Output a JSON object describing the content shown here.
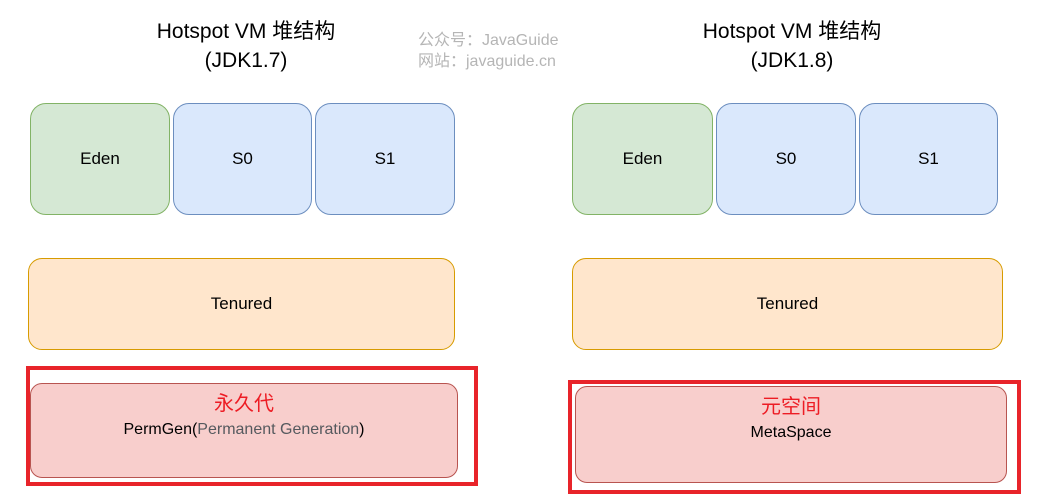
{
  "palette": {
    "green-fill": "#d5e8d4",
    "green-stroke": "#82b366",
    "blue-fill": "#dae8fc",
    "blue-stroke": "#6c8ebf",
    "orange-fill": "#ffe6cc",
    "orange-stroke": "#d79b00",
    "pink-fill": "#f8cecc",
    "pink-stroke": "#b85450",
    "annotation-red": "#e8242a",
    "text-red": "#ed1c24",
    "text-gray": "#55595e",
    "watermark-gray": "#b5b5b5"
  },
  "watermark": {
    "line1": "公众号：JavaGuide",
    "line2": "网站：javaguide.cn"
  },
  "jdk17": {
    "title_line1": "Hotspot VM  堆结构",
    "title_line2": "(JDK1.7)",
    "eden": "Eden",
    "s0": "S0",
    "s1": "S1",
    "tenured": "Tenured",
    "perm_cn": "永久代",
    "perm_part1": "PermGen(",
    "perm_part2": "Permanent Generation",
    "perm_part3": ")"
  },
  "jdk18": {
    "title_line1": "Hotspot VM  堆结构",
    "title_line2": "(JDK1.8)",
    "eden": "Eden",
    "s0": "S0",
    "s1": "S1",
    "tenured": "Tenured",
    "meta_cn": "元空间",
    "meta_en": "MetaSpace"
  }
}
